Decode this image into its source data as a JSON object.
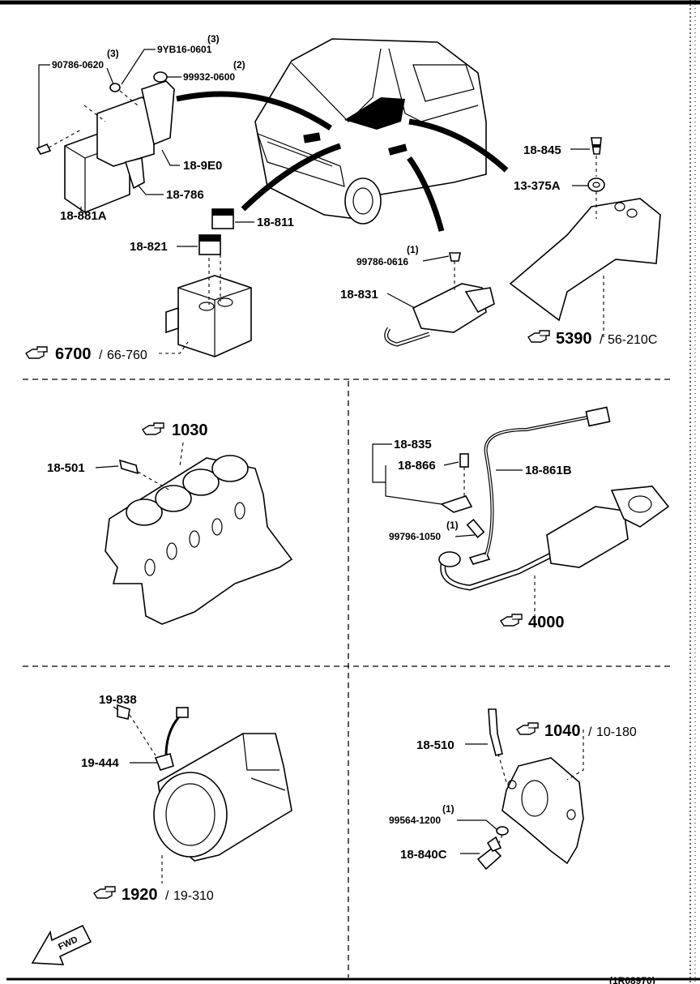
{
  "top": {
    "parts": {
      "p1": "90786-0620",
      "p1_qty": "(3)",
      "p2": "9YB16-0601",
      "p2_qty": "(3)",
      "p3": "99932-0600",
      "p3_qty": "(2)",
      "p4": "18-9E0",
      "p5": "18-786",
      "p6": "18-881A",
      "p7": "18-811",
      "p8": "18-821",
      "p9": "18-845",
      "p10": "13-375A",
      "p11": "99786-0616",
      "p11_qty": "(1)",
      "p12": "18-831"
    },
    "ref_left": {
      "main": "6700",
      "sub": "66-760"
    },
    "ref_right": {
      "main": "5390",
      "sub": "56-210C"
    }
  },
  "mid_left": {
    "ref": {
      "main": "1030"
    },
    "part": "18-501"
  },
  "mid_right": {
    "parts": {
      "a": "18-835",
      "b": "18-866",
      "c": "18-861B",
      "d": "99796-1050",
      "d_qty": "(1)"
    },
    "ref": {
      "main": "4000"
    }
  },
  "bot_left": {
    "parts": {
      "a": "19-838",
      "b": "19-444"
    },
    "ref": {
      "main": "1920",
      "sub": "19-310"
    }
  },
  "bot_right": {
    "parts": {
      "a": "18-510",
      "b": "99564-1200",
      "b_qty": "(1)",
      "c": "18-840C"
    },
    "ref": {
      "main": "1040",
      "sub": "10-180"
    }
  },
  "footer": {
    "fwd": "FWD",
    "code": "(1R08970)"
  }
}
